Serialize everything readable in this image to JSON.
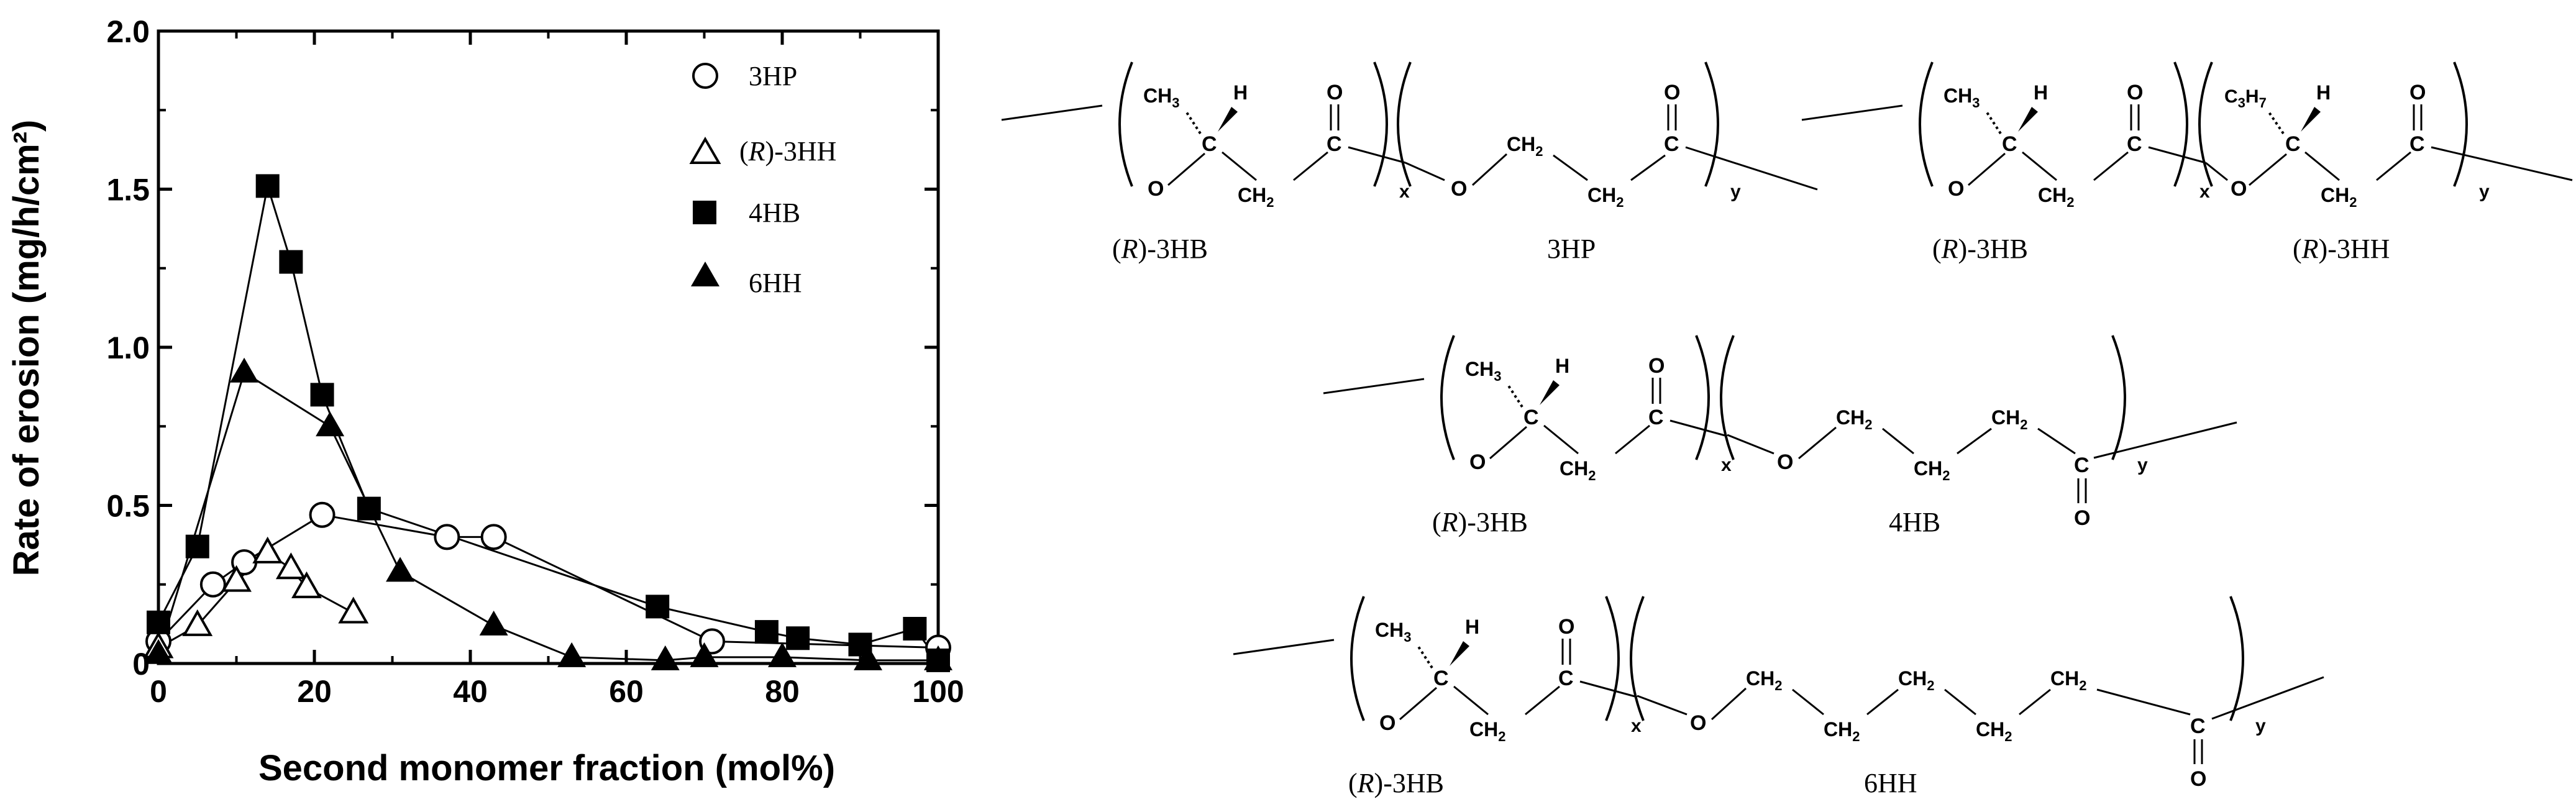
{
  "chart_data": {
    "type": "scatter",
    "xlabel": "Second monomer fraction (mol%)",
    "ylabel": "Rate of erosion (mg/h/cm²)",
    "xlim": [
      0,
      100
    ],
    "ylim": [
      0,
      2.0
    ],
    "xticks": [
      "0",
      "20",
      "40",
      "60",
      "80",
      "100"
    ],
    "yticks": [
      "0",
      "0.5",
      "1.0",
      "1.5",
      "2.0"
    ],
    "legend_position": "top-right",
    "series": [
      {
        "name": "3HP",
        "marker": "open-circle",
        "x": [
          0,
          7,
          11,
          21,
          37,
          43,
          71,
          100
        ],
        "y": [
          0.07,
          0.25,
          0.32,
          0.47,
          0.4,
          0.4,
          0.07,
          0.05
        ]
      },
      {
        "name": "(R)-3HH",
        "marker": "open-triangle",
        "x": [
          0,
          5,
          10,
          14,
          17,
          19,
          25
        ],
        "y": [
          0.05,
          0.12,
          0.26,
          0.35,
          0.3,
          0.24,
          0.16
        ]
      },
      {
        "name": "4HB",
        "marker": "filled-square",
        "x": [
          0,
          5,
          14,
          17,
          21,
          27,
          64,
          78,
          82,
          90,
          97,
          100
        ],
        "y": [
          0.13,
          0.37,
          1.51,
          1.27,
          0.85,
          0.49,
          0.18,
          0.1,
          0.08,
          0.06,
          0.11,
          0.01
        ]
      },
      {
        "name": "6HH",
        "marker": "filled-triangle",
        "x": [
          0,
          11,
          22,
          31,
          43,
          53,
          65,
          70,
          80,
          91,
          100
        ],
        "y": [
          0.03,
          0.92,
          0.75,
          0.29,
          0.12,
          0.02,
          0.01,
          0.02,
          0.02,
          0.01,
          0.01
        ]
      }
    ]
  },
  "legend": {
    "s1": "3HP",
    "s2_pre": "(",
    "s2_R": "R",
    "s2_post": ")-3HH",
    "s3": "4HB",
    "s4": "6HH"
  },
  "structures": {
    "rhb_label_pre": "(",
    "rhb_label_R": "R",
    "rhb_label_post": ")-3HB",
    "hp_label": "3HP",
    "hh_label_post": ")-3HH",
    "hb4_label": "4HB",
    "hh6_label": "6HH",
    "ch3": "CH",
    "ch2": "CH",
    "sub3": "3",
    "sub2": "2",
    "c3h7_c": "C",
    "c3h7_h": "H",
    "sub7": "7",
    "h": "H",
    "o": "O",
    "c": "C",
    "x": "x",
    "y": "y"
  }
}
